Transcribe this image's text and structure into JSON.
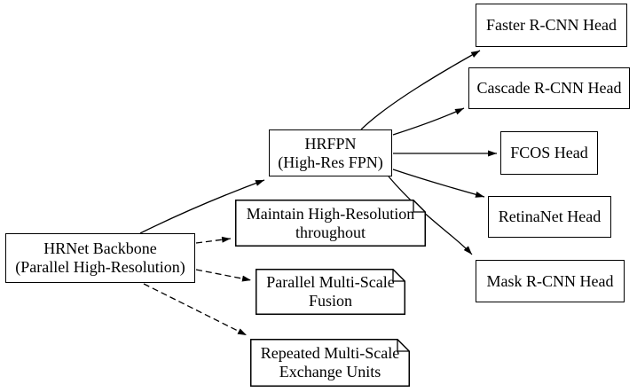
{
  "diagram": {
    "colors": {
      "background": "#ffffff",
      "line": "#000000",
      "text": "#000000",
      "node_fill": "#ffffff"
    },
    "nodes": {
      "backbone": {
        "label": "HRNet Backbone\n(Parallel High-Resolution)",
        "shape": "box"
      },
      "hrfpn": {
        "label": "HRFPN\n(High-Res FPN)",
        "shape": "box"
      },
      "faster_head": {
        "label": "Faster R-CNN Head",
        "shape": "box"
      },
      "cascade_head": {
        "label": "Cascade R-CNN Head",
        "shape": "box"
      },
      "fcos_head": {
        "label": "FCOS Head",
        "shape": "box"
      },
      "retinanet_head": {
        "label": "RetinaNet Head",
        "shape": "box"
      },
      "mask_head": {
        "label": "Mask R-CNN Head",
        "shape": "box"
      },
      "note_maintain": {
        "label": "Maintain High-Resolution\nthroughout",
        "shape": "note"
      },
      "note_parallel": {
        "label": "Parallel Multi-Scale\nFusion",
        "shape": "note"
      },
      "note_repeated": {
        "label": "Repeated Multi-Scale\nExchange Units",
        "shape": "note"
      }
    },
    "edges": [
      {
        "from": "backbone",
        "to": "hrfpn",
        "style": "solid"
      },
      {
        "from": "backbone",
        "to": "note_maintain",
        "style": "dashed"
      },
      {
        "from": "backbone",
        "to": "note_parallel",
        "style": "dashed"
      },
      {
        "from": "backbone",
        "to": "note_repeated",
        "style": "dashed"
      },
      {
        "from": "hrfpn",
        "to": "faster_head",
        "style": "solid"
      },
      {
        "from": "hrfpn",
        "to": "cascade_head",
        "style": "solid"
      },
      {
        "from": "hrfpn",
        "to": "fcos_head",
        "style": "solid"
      },
      {
        "from": "hrfpn",
        "to": "retinanet_head",
        "style": "solid"
      },
      {
        "from": "hrfpn",
        "to": "mask_head",
        "style": "solid"
      }
    ]
  }
}
